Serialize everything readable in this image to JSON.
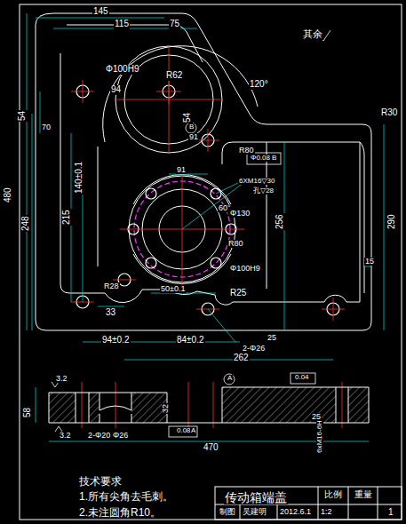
{
  "diagram": {
    "labels": [
      "145",
      "115",
      "75",
      "其余",
      "Φ100H9",
      "R62",
      "94",
      "54",
      "70",
      "54",
      "120°",
      "R30",
      "B",
      "91",
      "R80",
      "Φ0.08",
      "B",
      "91",
      "6XM16▽30",
      "孔▽28",
      "140±0.1",
      "215",
      "248",
      "480",
      "60°",
      "256",
      "290",
      "Φ130",
      "R80",
      "Φ100H9",
      "R28",
      "33",
      "50±0.1",
      "R25",
      "15",
      "94±0.2",
      "84±0.2",
      "262",
      "2-Φ26",
      "25",
      "A",
      "0.04",
      "3.2",
      "58",
      "3.2",
      "2-Φ20",
      "Φ26",
      "32",
      "0.08",
      "A",
      "6xM16-6H",
      "470",
      "技术要求",
      "1.所有尖角去毛刺。",
      "2.未注圆角R10。",
      "传动箱端盖",
      "比例",
      "重量",
      "制图",
      "吴建明",
      "2012.6.1",
      "1:2",
      "1",
      "25"
    ]
  }
}
